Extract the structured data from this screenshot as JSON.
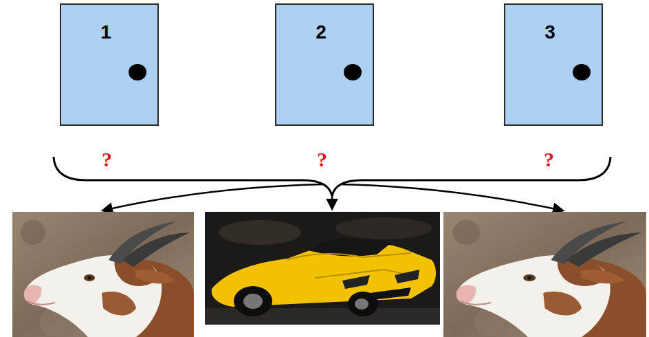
{
  "diagram": {
    "nodes": [
      {
        "text": [
          "1"
        ]
      },
      {
        "text": [
          "2"
        ]
      },
      {
        "text": [
          "3"
        ]
      }
    ],
    "labels": [
      "?",
      "?",
      "?"
    ]
  }
}
